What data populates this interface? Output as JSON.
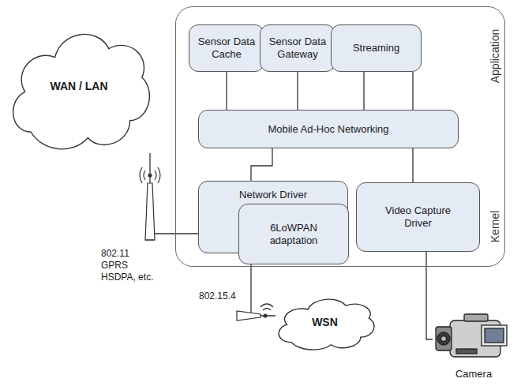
{
  "diagram": {
    "nodes": [
      {
        "text": [
          "Application",
          "Kernel"
        ]
      },
      {
        "text": [
          "Sensor Data Cache"
        ],
        "in": 0
      },
      {
        "text": [
          "Sensor Data Gateway"
        ],
        "in": 0
      },
      {
        "text": [
          "Streaming"
        ],
        "in": 0
      },
      {
        "text": [
          "Mobile Ad-Hoc Networking"
        ],
        "in": 0
      },
      {
        "text": [
          "Network Driver"
        ],
        "in": 0
      },
      {
        "text": [
          "6LoWPAN adaptation"
        ],
        "in": 5
      },
      {
        "text": [
          "Video Capture Driver"
        ],
        "in": 0
      },
      {
        "text": [
          "WAN / LAN"
        ]
      },
      {
        "text": [
          "WSN"
        ]
      },
      {
        "text": [
          "Camera"
        ]
      }
    ],
    "edges": [
      {
        "from": 1,
        "to": 4,
        "arrow": "none"
      },
      {
        "from": 2,
        "to": 4,
        "arrow": "none"
      },
      {
        "from": 3,
        "to": 4,
        "arrow": "none"
      },
      {
        "from": 4,
        "to": 5,
        "arrow": "none"
      },
      {
        "from": 3,
        "to": 7,
        "arrow": "none"
      },
      {
        "from": 7,
        "to": 10,
        "arrow": "none"
      },
      {
        "from": 5,
        "to": 8,
        "arrow": "none"
      },
      {
        "from": 6,
        "to": 9,
        "arrow": "none"
      }
    ],
    "labels": [
      "802.11 GPRS HSDPA, etc.",
      "802.15.4"
    ]
  }
}
